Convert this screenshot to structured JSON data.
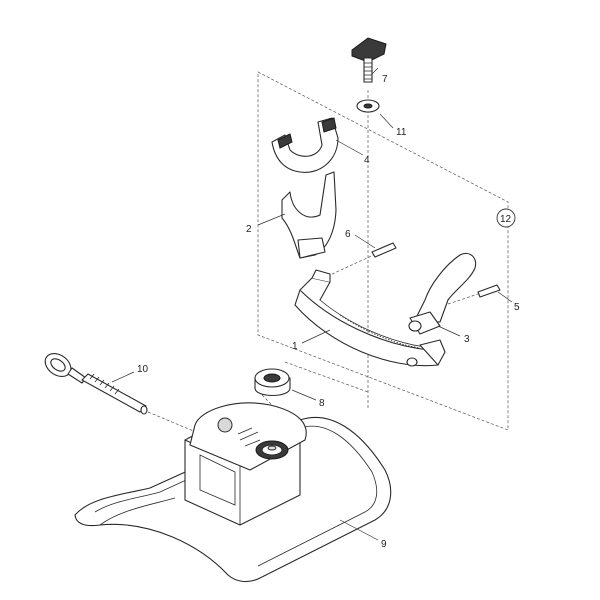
{
  "callouts": [
    {
      "key": "c1",
      "text": "1"
    },
    {
      "key": "c2",
      "text": "2"
    },
    {
      "key": "c3",
      "text": "3"
    },
    {
      "key": "c4",
      "text": "4"
    },
    {
      "key": "c5",
      "text": "5"
    },
    {
      "key": "c6",
      "text": "6"
    },
    {
      "key": "c7",
      "text": "7"
    },
    {
      "key": "c8",
      "text": "8"
    },
    {
      "key": "c9",
      "text": "9"
    },
    {
      "key": "c10",
      "text": "10"
    },
    {
      "key": "c11",
      "text": "11"
    },
    {
      "key": "c12",
      "text": "12"
    }
  ]
}
